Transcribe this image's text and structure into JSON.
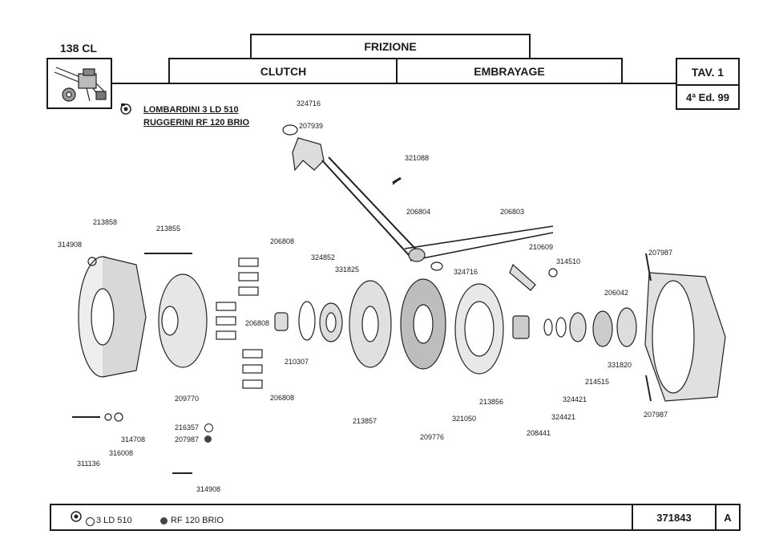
{
  "header": {
    "model": "138 CL",
    "title_it": "FRIZIONE",
    "title_en": "CLUTCH",
    "title_fr": "EMBRAYAGE",
    "table": "TAV. 1",
    "edition": "4ª Ed. 99"
  },
  "engines": {
    "line1": "LOMBARDINI 3 LD 510",
    "line2": "RUGGERINI RF 120 BRIO"
  },
  "parts": [
    "324716",
    "207939",
    "321088",
    "206804",
    "206803",
    "213858",
    "213855",
    "314908",
    "206808",
    "324852",
    "331825",
    "206808",
    "206808",
    "210307",
    "324716",
    "210609",
    "314510",
    "207987",
    "206042",
    "331820",
    "214515",
    "324421",
    "324421",
    "207987",
    "213856",
    "208441",
    "321050",
    "209776",
    "213857",
    "209770",
    "216357",
    "207987",
    "314708",
    "316008",
    "311136",
    "314908"
  ],
  "footer": {
    "legend_open": "3 LD 510",
    "legend_filled": "RF 120 BRIO",
    "code": "371843",
    "revision": "A"
  }
}
